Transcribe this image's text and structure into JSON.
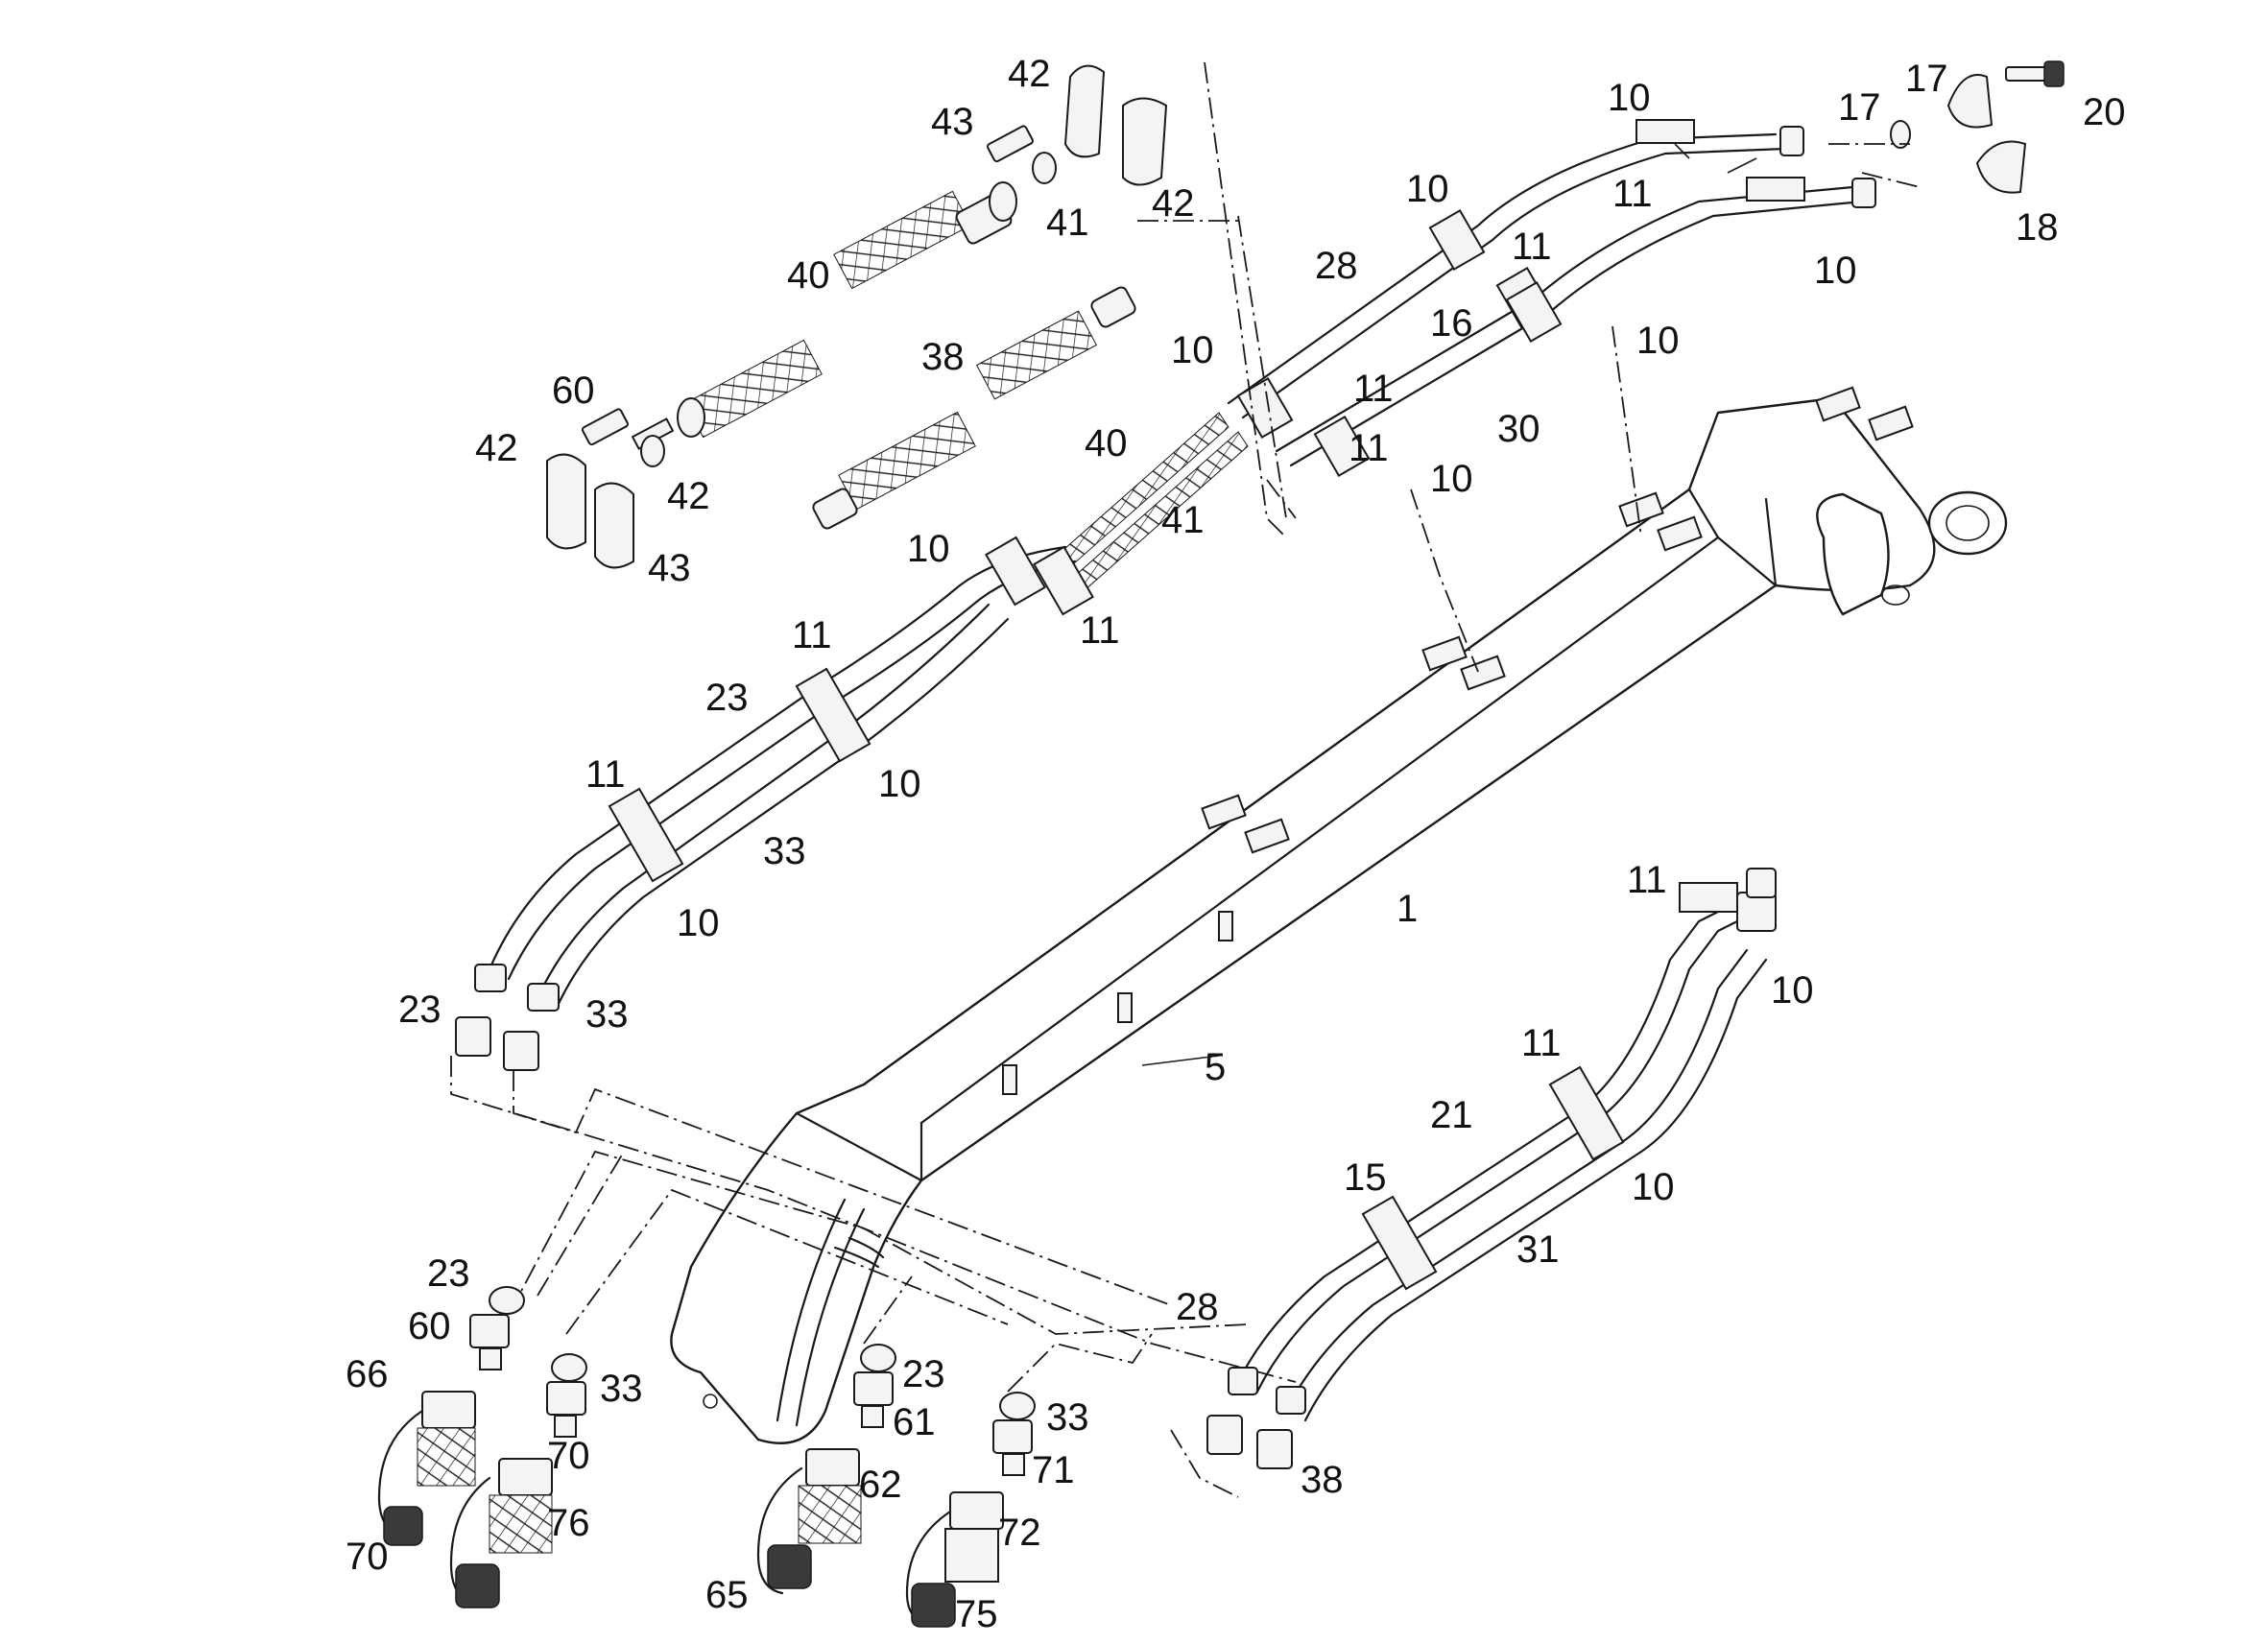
{
  "diagram": {
    "type": "exploded-parts",
    "part_labels": [
      {
        "id": "lbl-1",
        "text": "1"
      },
      {
        "id": "lbl-5",
        "text": "5"
      },
      {
        "id": "lbl-10-a",
        "text": "10"
      },
      {
        "id": "lbl-10-b",
        "text": "10"
      },
      {
        "id": "lbl-10-c",
        "text": "10"
      },
      {
        "id": "lbl-10-d",
        "text": "10"
      },
      {
        "id": "lbl-10-e",
        "text": "10"
      },
      {
        "id": "lbl-10-f",
        "text": "10"
      },
      {
        "id": "lbl-10-g",
        "text": "10"
      },
      {
        "id": "lbl-10-h",
        "text": "10"
      },
      {
        "id": "lbl-10-i",
        "text": "10"
      },
      {
        "id": "lbl-10-j",
        "text": "10"
      },
      {
        "id": "lbl-10-k",
        "text": "10"
      },
      {
        "id": "lbl-11-a",
        "text": "11"
      },
      {
        "id": "lbl-11-b",
        "text": "11"
      },
      {
        "id": "lbl-11-c",
        "text": "11"
      },
      {
        "id": "lbl-11-d",
        "text": "11"
      },
      {
        "id": "lbl-11-e",
        "text": "11"
      },
      {
        "id": "lbl-11-f",
        "text": "11"
      },
      {
        "id": "lbl-11-g",
        "text": "11"
      },
      {
        "id": "lbl-11-h",
        "text": "11"
      },
      {
        "id": "lbl-11-i",
        "text": "11"
      },
      {
        "id": "lbl-15",
        "text": "15"
      },
      {
        "id": "lbl-16",
        "text": "16"
      },
      {
        "id": "lbl-17-a",
        "text": "17"
      },
      {
        "id": "lbl-17-b",
        "text": "17"
      },
      {
        "id": "lbl-18",
        "text": "18"
      },
      {
        "id": "lbl-20",
        "text": "20"
      },
      {
        "id": "lbl-21",
        "text": "21"
      },
      {
        "id": "lbl-23-a",
        "text": "23"
      },
      {
        "id": "lbl-23-b",
        "text": "23"
      },
      {
        "id": "lbl-23-c",
        "text": "23"
      },
      {
        "id": "lbl-23-d",
        "text": "23"
      },
      {
        "id": "lbl-28-a",
        "text": "28"
      },
      {
        "id": "lbl-28-b",
        "text": "28"
      },
      {
        "id": "lbl-30",
        "text": "30"
      },
      {
        "id": "lbl-31",
        "text": "31"
      },
      {
        "id": "lbl-33-a",
        "text": "33"
      },
      {
        "id": "lbl-33-b",
        "text": "33"
      },
      {
        "id": "lbl-33-c",
        "text": "33"
      },
      {
        "id": "lbl-33-d",
        "text": "33"
      },
      {
        "id": "lbl-38-a",
        "text": "38"
      },
      {
        "id": "lbl-38-b",
        "text": "38"
      },
      {
        "id": "lbl-40-a",
        "text": "40"
      },
      {
        "id": "lbl-40-b",
        "text": "40"
      },
      {
        "id": "lbl-41-a",
        "text": "41"
      },
      {
        "id": "lbl-41-b",
        "text": "41"
      },
      {
        "id": "lbl-42-a",
        "text": "42"
      },
      {
        "id": "lbl-42-b",
        "text": "42"
      },
      {
        "id": "lbl-42-c",
        "text": "42"
      },
      {
        "id": "lbl-42-d",
        "text": "42"
      },
      {
        "id": "lbl-43-a",
        "text": "43"
      },
      {
        "id": "lbl-43-b",
        "text": "43"
      },
      {
        "id": "lbl-60-a",
        "text": "60"
      },
      {
        "id": "lbl-60-b",
        "text": "60"
      },
      {
        "id": "lbl-61",
        "text": "61"
      },
      {
        "id": "lbl-62",
        "text": "62"
      },
      {
        "id": "lbl-65",
        "text": "65"
      },
      {
        "id": "lbl-66",
        "text": "66"
      },
      {
        "id": "lbl-70-a",
        "text": "70"
      },
      {
        "id": "lbl-70-b",
        "text": "70"
      },
      {
        "id": "lbl-71",
        "text": "71"
      },
      {
        "id": "lbl-72",
        "text": "72"
      },
      {
        "id": "lbl-75",
        "text": "75"
      },
      {
        "id": "lbl-76",
        "text": "76"
      }
    ]
  }
}
